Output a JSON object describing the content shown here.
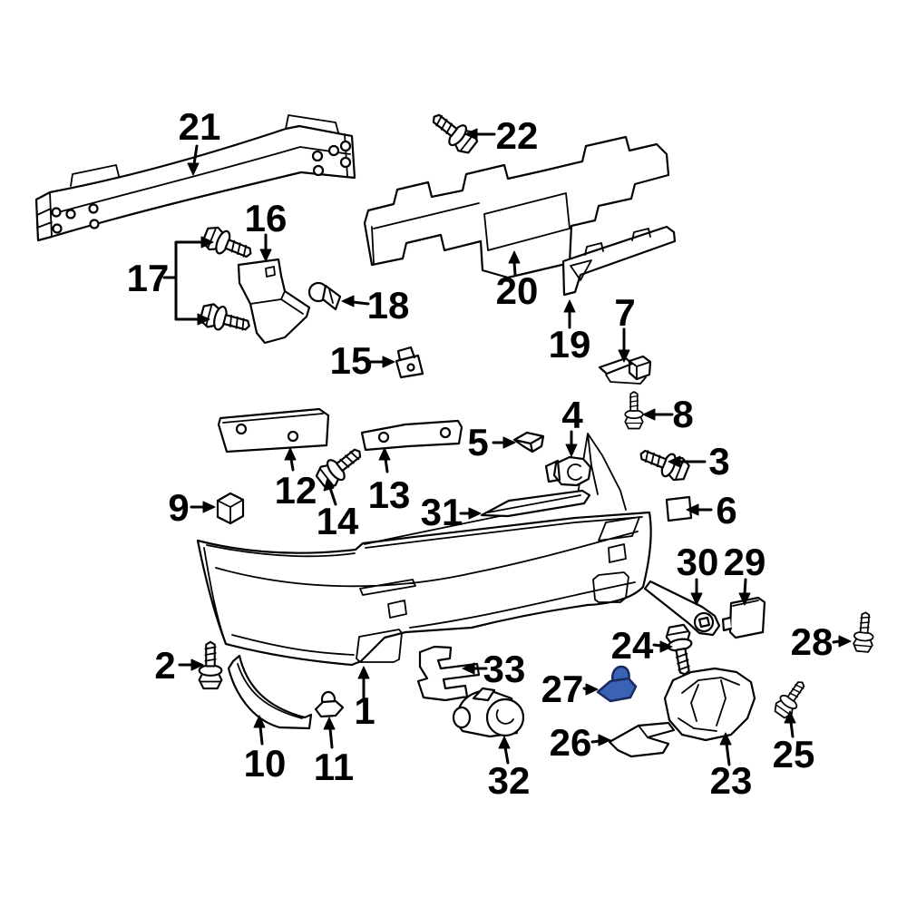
{
  "diagram": {
    "background_color": "#ffffff",
    "line_color": "#000000",
    "highlight_fill": "#3b63b5",
    "highlight_stroke": "#1b2a5e",
    "selected_callout": "27"
  },
  "callouts": [
    {
      "label": "1"
    },
    {
      "label": "2"
    },
    {
      "label": "3"
    },
    {
      "label": "4"
    },
    {
      "label": "5"
    },
    {
      "label": "6"
    },
    {
      "label": "7"
    },
    {
      "label": "8"
    },
    {
      "label": "9"
    },
    {
      "label": "10"
    },
    {
      "label": "11"
    },
    {
      "label": "12"
    },
    {
      "label": "13"
    },
    {
      "label": "14"
    },
    {
      "label": "15"
    },
    {
      "label": "16"
    },
    {
      "label": "17"
    },
    {
      "label": "18"
    },
    {
      "label": "19"
    },
    {
      "label": "20"
    },
    {
      "label": "21"
    },
    {
      "label": "22"
    },
    {
      "label": "23"
    },
    {
      "label": "24"
    },
    {
      "label": "25"
    },
    {
      "label": "26"
    },
    {
      "label": "27"
    },
    {
      "label": "28"
    },
    {
      "label": "29"
    },
    {
      "label": "30"
    },
    {
      "label": "31"
    },
    {
      "label": "32"
    },
    {
      "label": "33"
    }
  ]
}
